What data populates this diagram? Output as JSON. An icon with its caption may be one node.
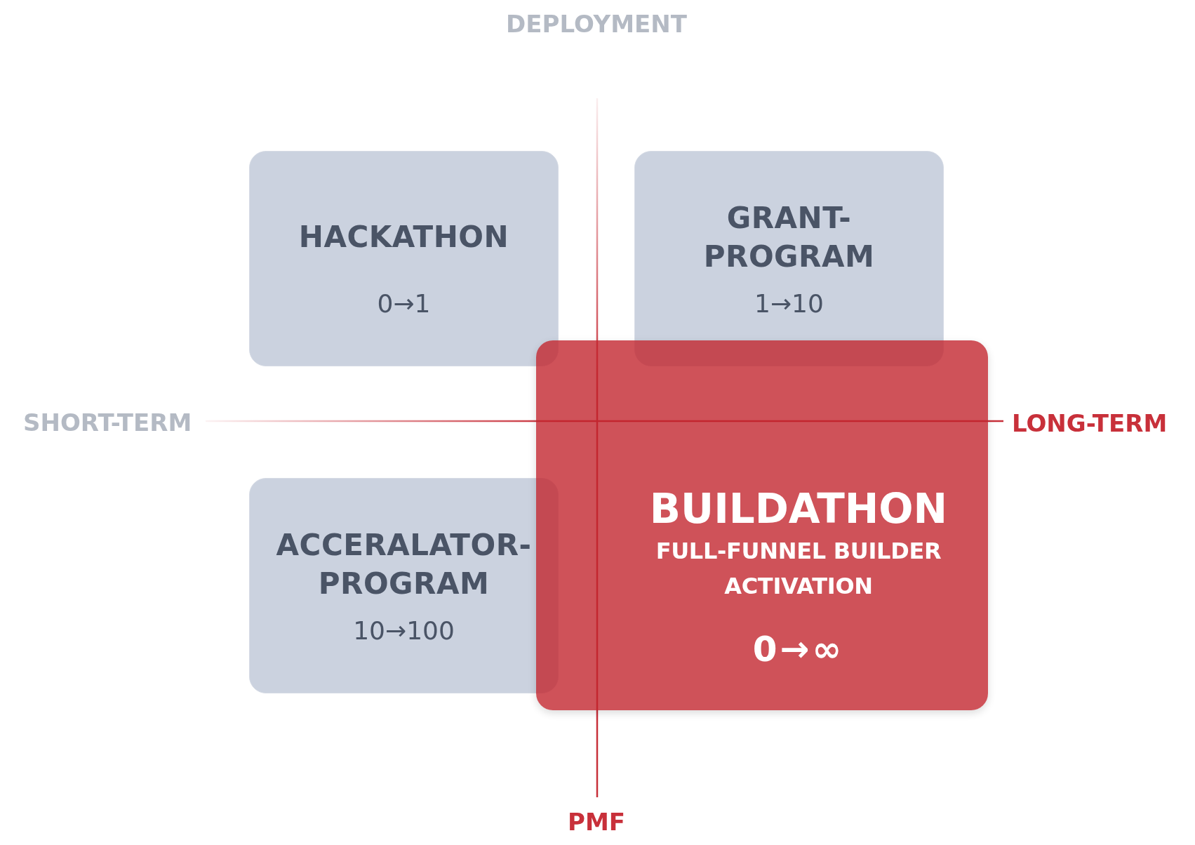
{
  "diagram": {
    "nodes": [
      {
        "text": [
          "HACKATHON",
          "0→1"
        ]
      },
      {
        "text": [
          "GRANT- PROGRAM",
          "1→10"
        ]
      },
      {
        "text": [
          "ACCERALATOR- PROGRAM",
          "10→100"
        ]
      },
      {
        "text": [
          "BUILDATHON",
          "FULL-FUNNEL BUILDER ACTIVATION",
          "0→∞"
        ]
      }
    ],
    "labels": [
      "DEPLOYMENT",
      "SHORT-TERM",
      "LONG-TERM",
      "PMF"
    ]
  }
}
